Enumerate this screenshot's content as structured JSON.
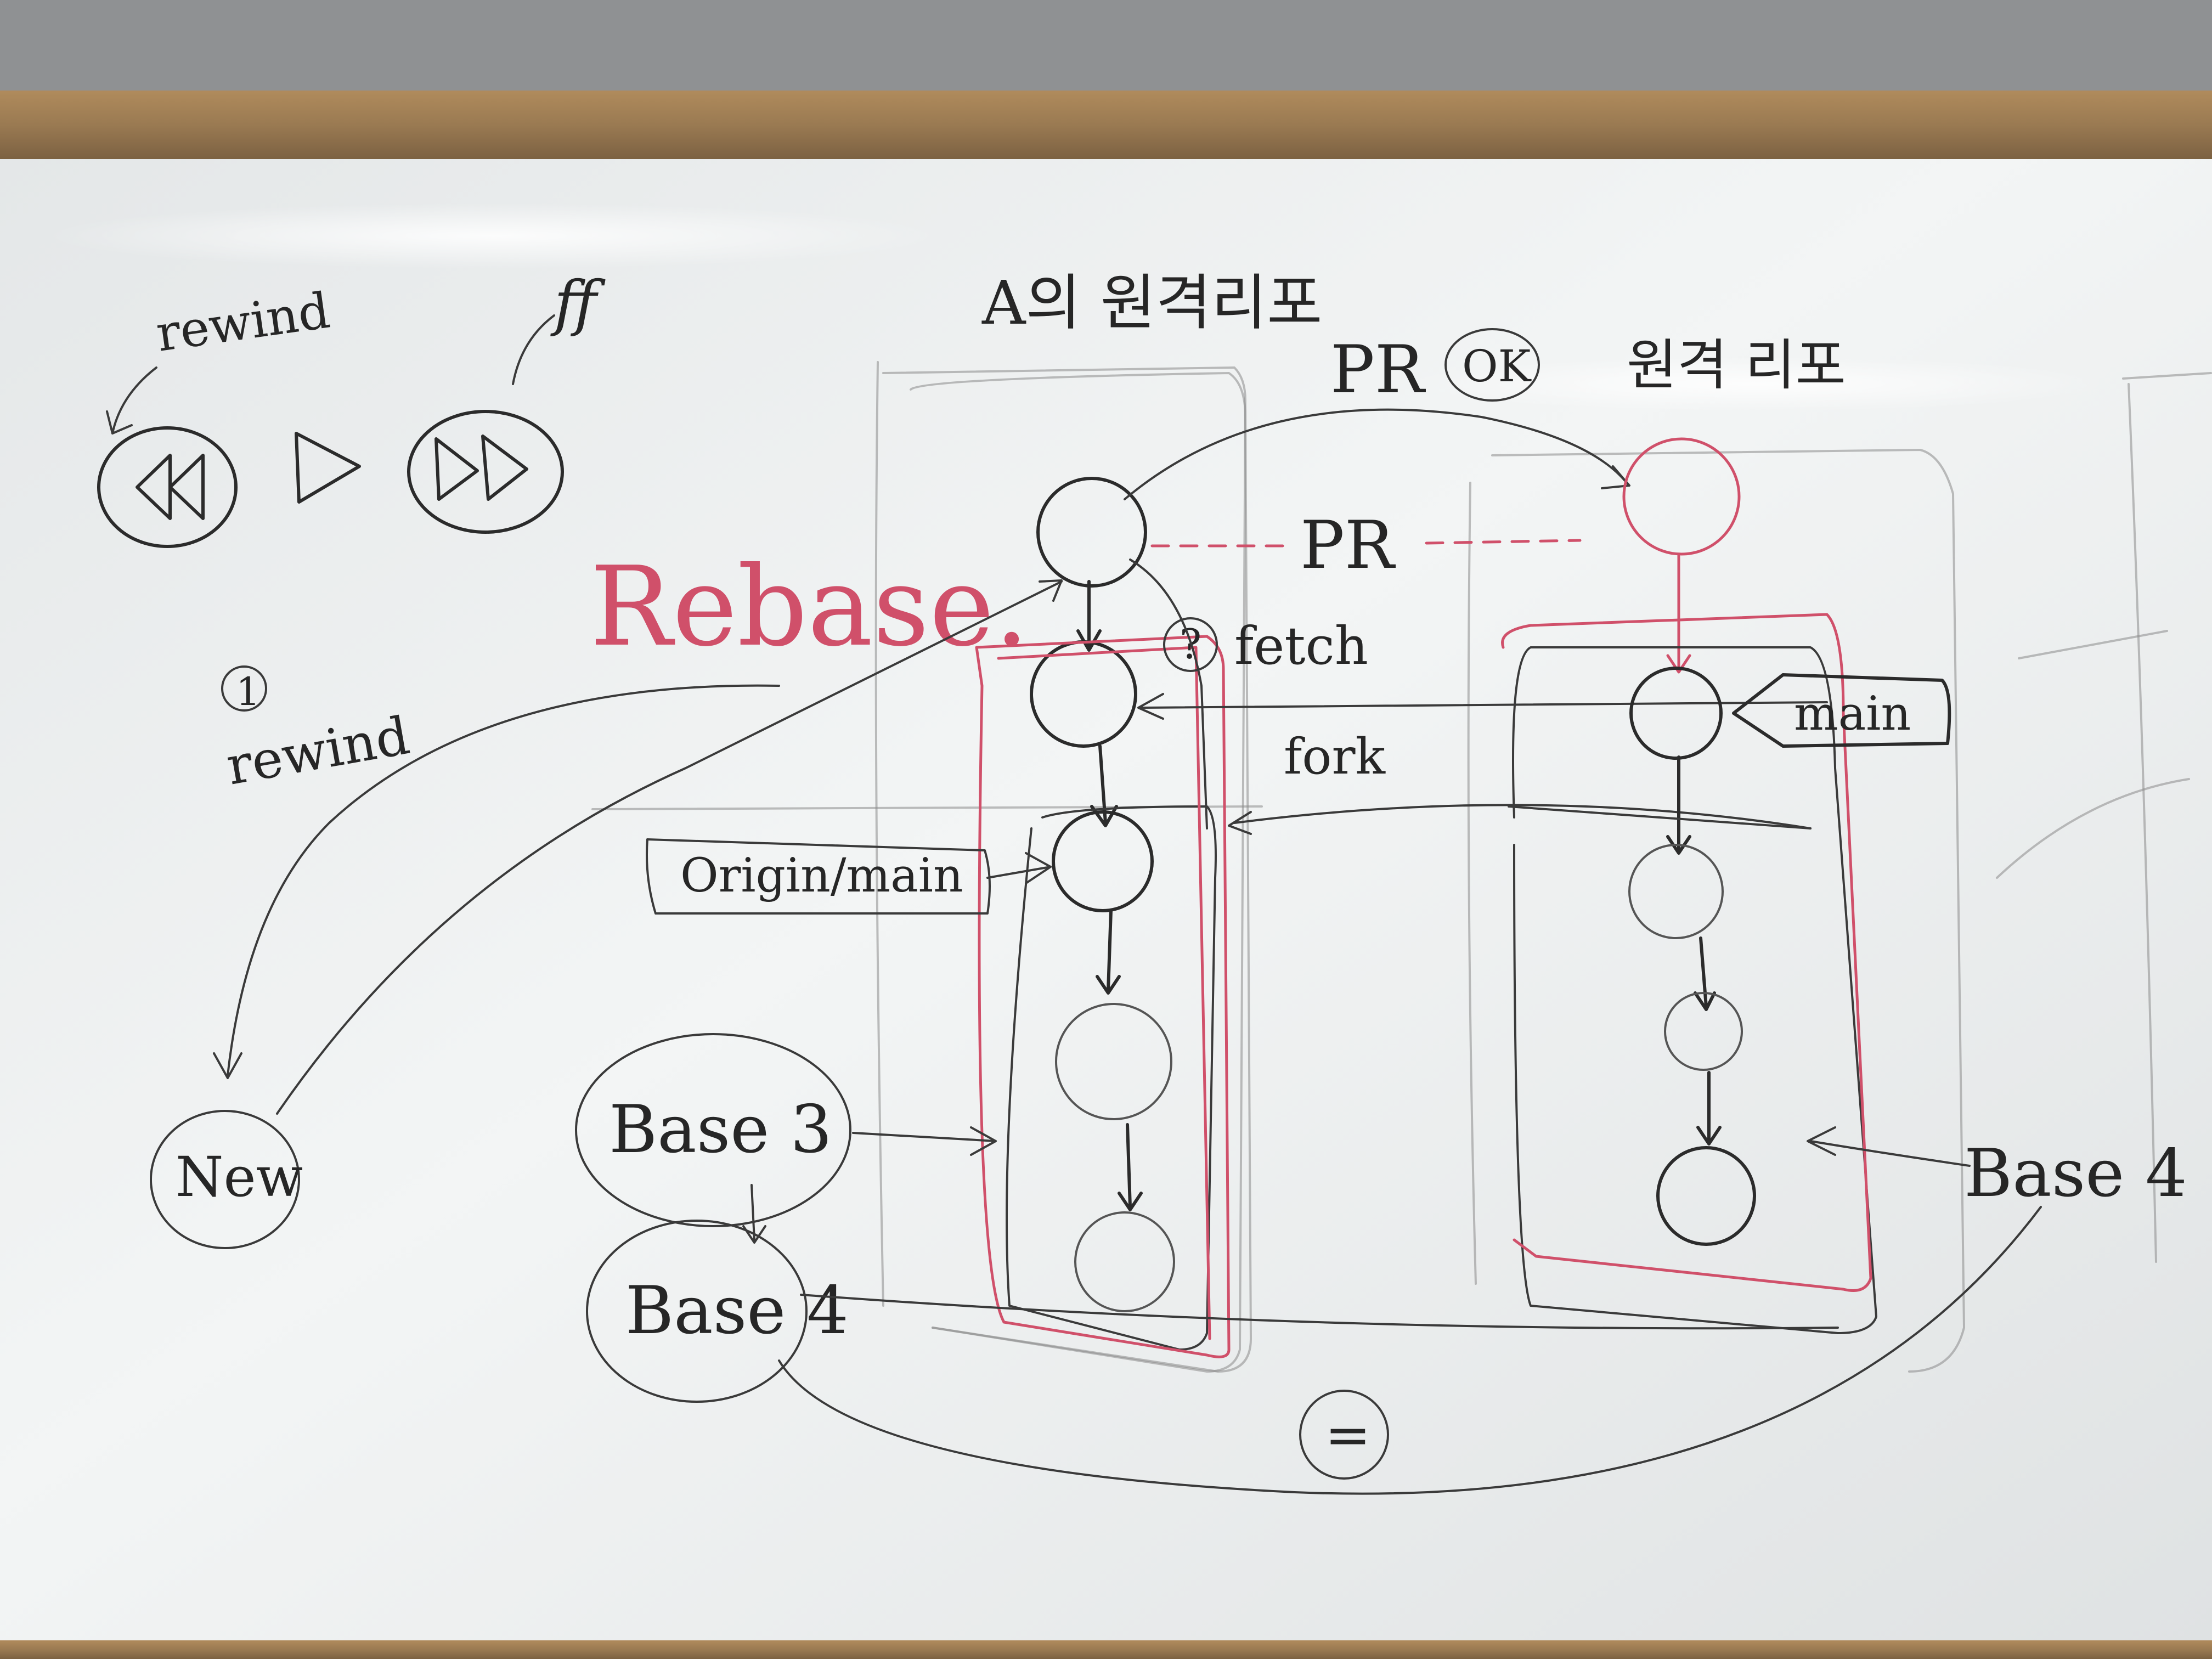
{
  "labels": {
    "rewind_top": "rewind",
    "ff": "ff",
    "rewind_side": "rewind",
    "rebase": "Rebase.",
    "repo_a": "A의 원격리포",
    "pr_top": "PR",
    "ok": "OK",
    "remote_repo": "원격 리포",
    "pr_mid": "PR",
    "fetch": "fetch",
    "fork": "fork",
    "main_tag": "main",
    "origin_main": "Origin/main",
    "base3": "Base 3",
    "base4_left": "Base 4",
    "base4_right": "Base 4",
    "new": "New",
    "equals": "=",
    "q_mark": "?",
    "circled_num": "1"
  },
  "colors": {
    "frame_wood": "#9a7a52",
    "board": "#eef0f0",
    "marker_black": "#2b2b2b",
    "marker_red": "#d0506a"
  },
  "icons": {
    "rewind": "rewind-icon",
    "play": "play-icon",
    "fast_forward": "fast-forward-icon"
  }
}
